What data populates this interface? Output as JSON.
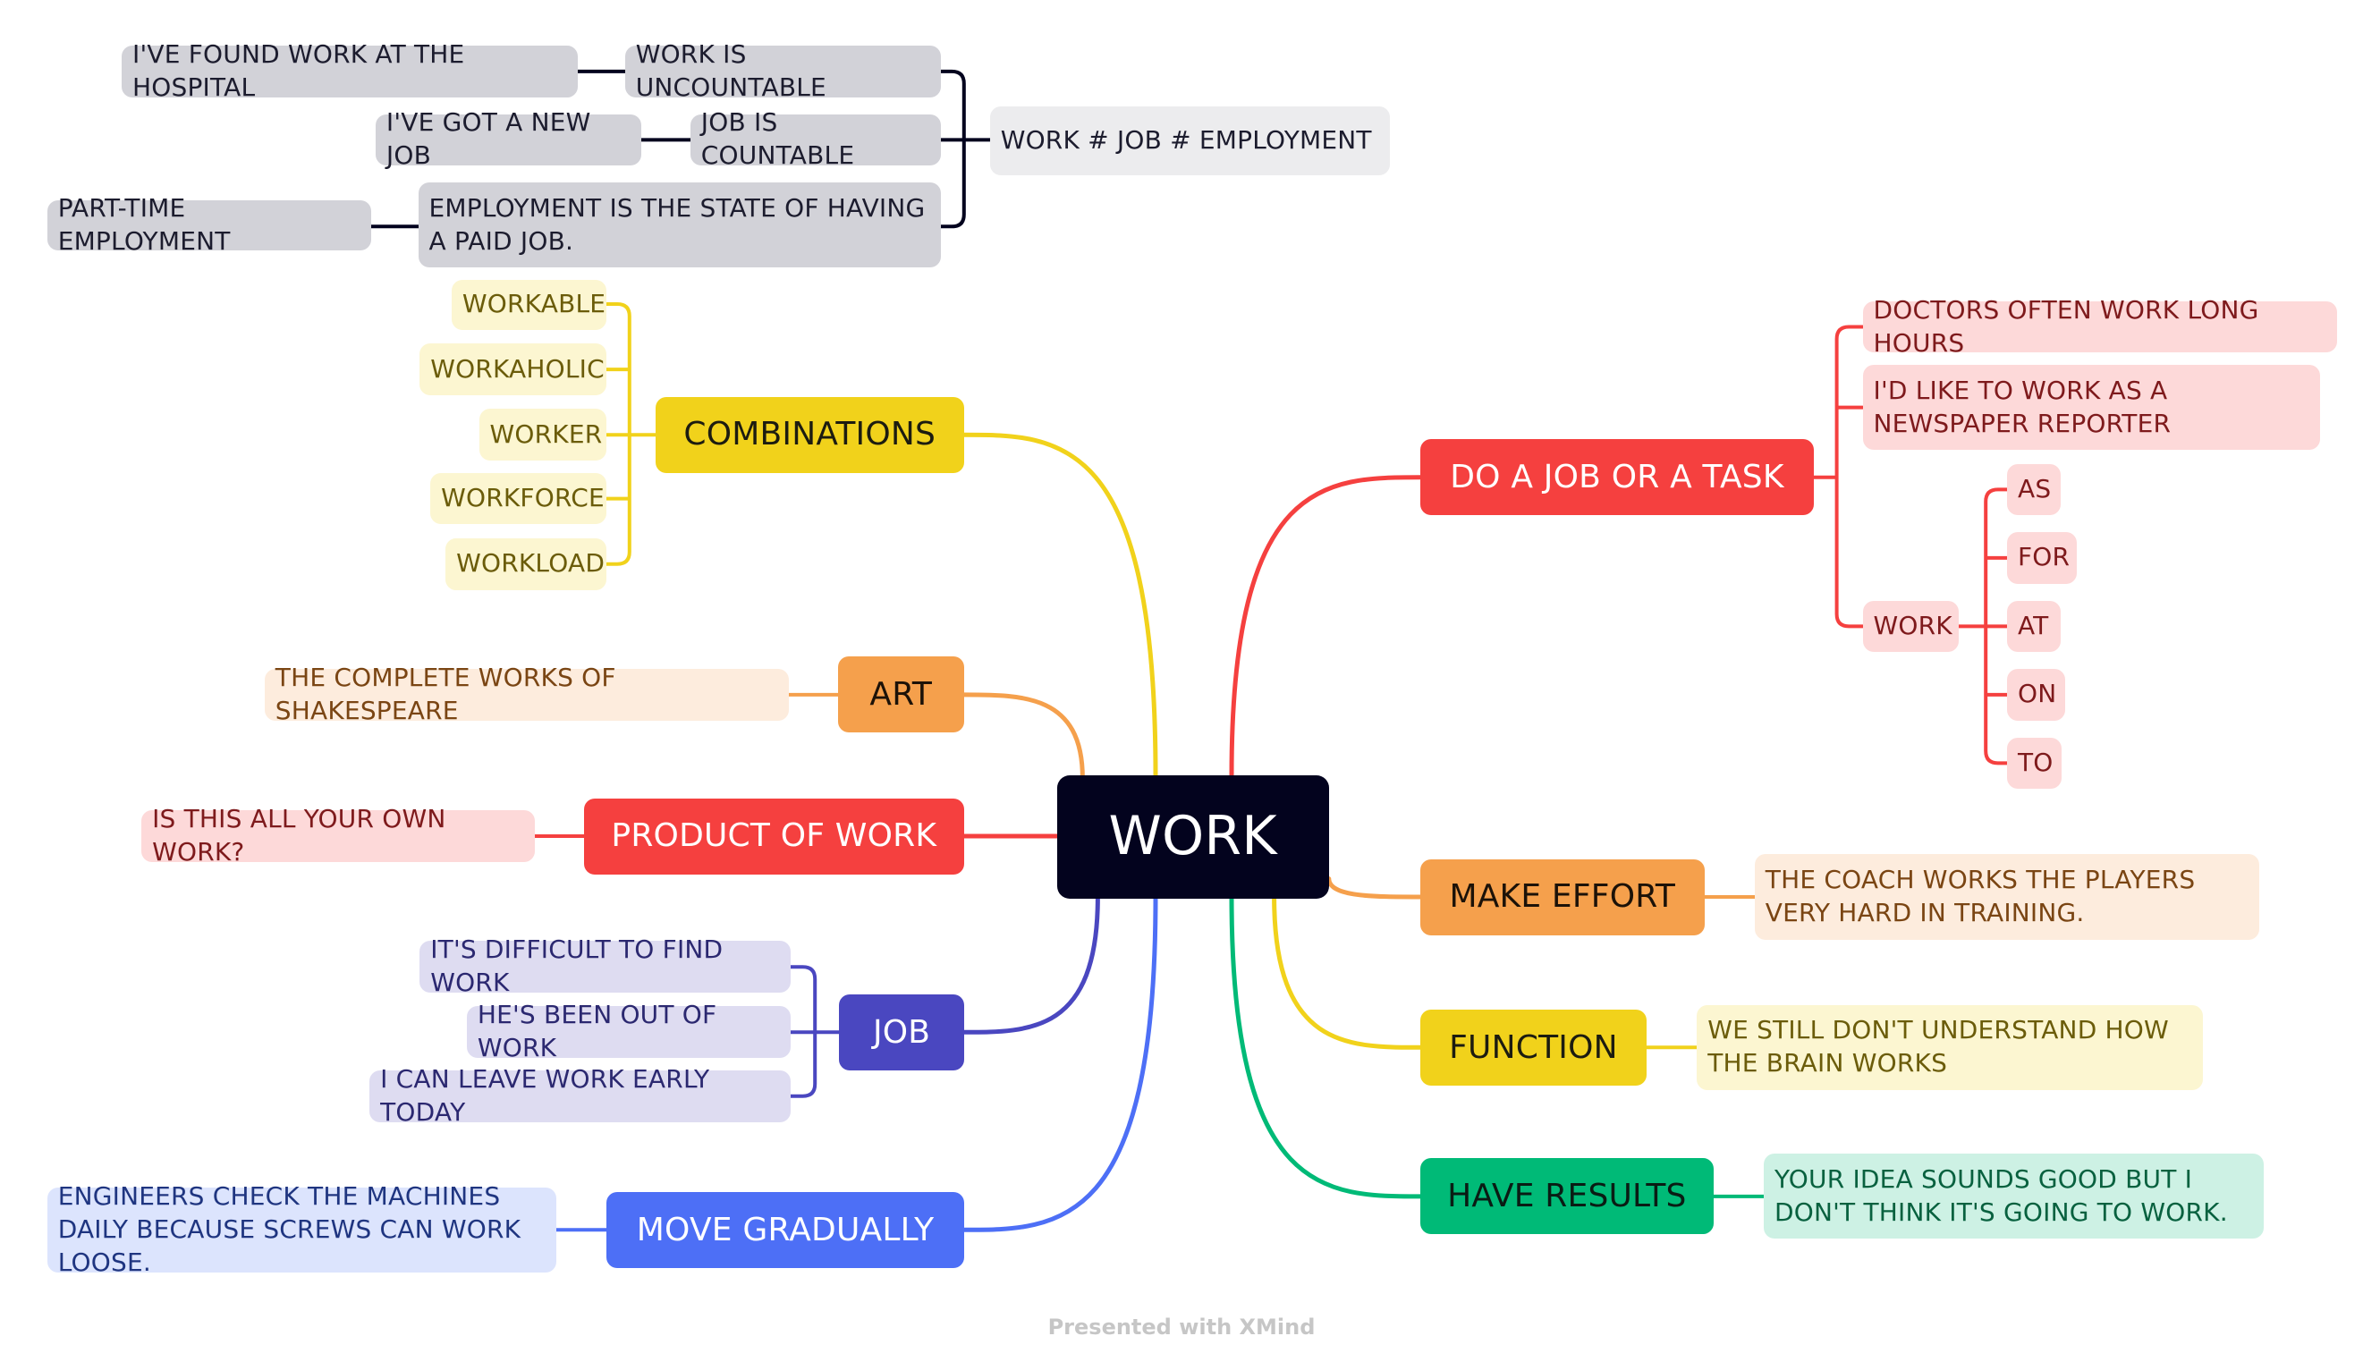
{
  "root": "WORK",
  "footer": "Presented with XMind",
  "colors": {
    "root_bg": "#03031e",
    "root_text": "#ffffff",
    "gray_bg": "#d2d2d8",
    "gray_light_bg": "#ececee",
    "dark_text": "#1c1c2e",
    "yellow": "#f1d21b",
    "yellow_light": "#fcf6d1",
    "yellow_text": "#6b5c0a",
    "orange": "#f5a04c",
    "orange_light": "#fdecdd",
    "orange_text": "#7a4513",
    "red": "#f5403f",
    "red_light": "#fdd9d9",
    "red_text": "#7e1a1c",
    "indigo": "#4a47c0",
    "indigo_light": "#dedcf1",
    "indigo_text": "#2b2870",
    "blue": "#4d6ff6",
    "blue_light": "#dce4fd",
    "blue_text": "#1f3580",
    "green": "#00ba77",
    "green_light": "#cdf1e4",
    "green_text": "#08613f",
    "wire_dark": "#03031e"
  },
  "top_cluster": {
    "title": "WORK # JOB # EMPLOYMENT",
    "items": [
      {
        "label": "WORK IS UNCOUNTABLE",
        "example": "I'VE FOUND WORK AT THE HOSPITAL"
      },
      {
        "label": "JOB IS COUNTABLE",
        "example": "I'VE GOT A NEW JOB"
      },
      {
        "label": "EMPLOYMENT IS THE STATE OF HAVING A PAID JOB.",
        "example": "PART-TIME EMPLOYMENT"
      }
    ]
  },
  "left_branches": {
    "combinations": {
      "label": "COMBINATIONS",
      "children": [
        "WORKABLE",
        "WORKAHOLIC",
        "WORKER",
        "WORKFORCE",
        "WORKLOAD"
      ]
    },
    "art": {
      "label": "ART",
      "children": [
        "THE COMPLETE WORKS OF SHAKESPEARE"
      ]
    },
    "product": {
      "label": "PRODUCT OF WORK",
      "children": [
        "IS THIS ALL YOUR OWN WORK?"
      ]
    },
    "job": {
      "label": "JOB",
      "children": [
        "IT'S DIFFICULT TO FIND WORK",
        "HE'S BEEN OUT OF WORK",
        "I CAN LEAVE WORK EARLY TODAY"
      ]
    },
    "move": {
      "label": "MOVE GRADUALLY",
      "children": [
        "ENGINEERS CHECK THE MACHINES DAILY BECAUSE SCREWS CAN WORK LOOSE."
      ]
    }
  },
  "right_branches": {
    "task": {
      "label": "DO A JOB OR A TASK",
      "children": [
        "DOCTORS OFTEN WORK LONG HOURS",
        "I'D LIKE TO WORK AS A NEWSPAPER REPORTER"
      ],
      "work_node": "WORK",
      "prepositions": [
        "AS",
        "FOR",
        "AT",
        "ON",
        "TO"
      ]
    },
    "effort": {
      "label": "MAKE EFFORT",
      "children": [
        "THE COACH WORKS THE PLAYERS VERY HARD IN TRAINING."
      ]
    },
    "function": {
      "label": "FUNCTION",
      "children": [
        "WE STILL DON'T UNDERSTAND HOW THE BRAIN WORKS"
      ]
    },
    "results": {
      "label": "HAVE RESULTS",
      "children": [
        "YOUR IDEA SOUNDS GOOD BUT I DON'T THINK IT'S GOING TO WORK."
      ]
    }
  }
}
